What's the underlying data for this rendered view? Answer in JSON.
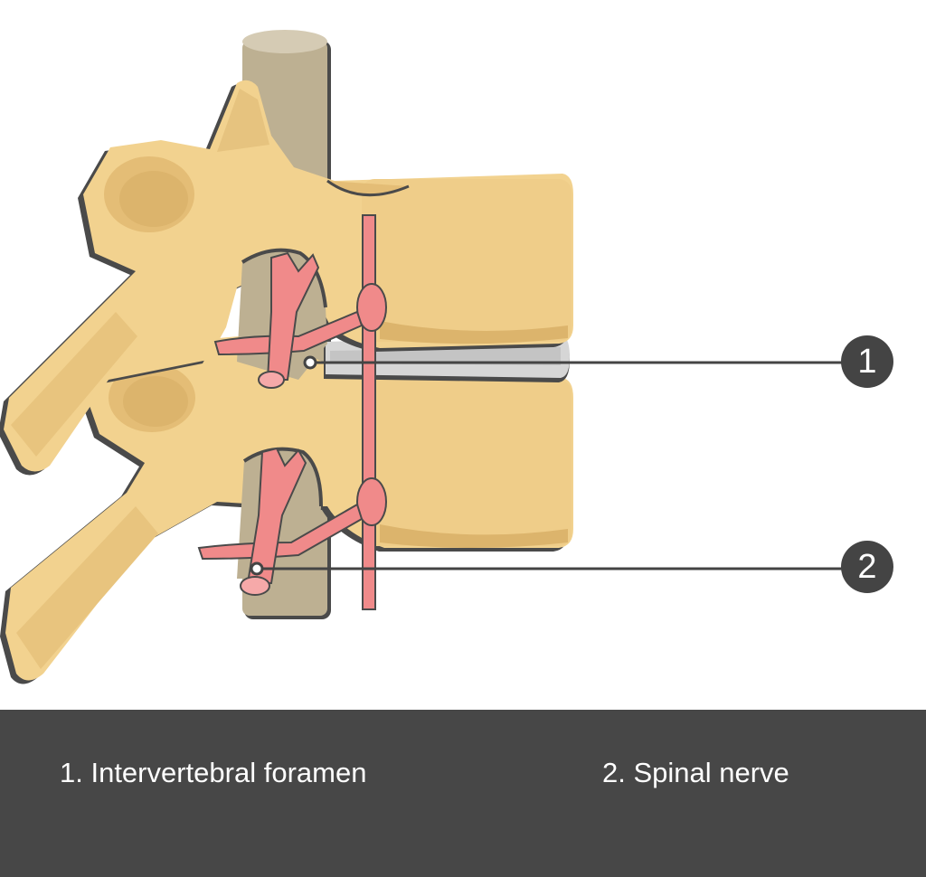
{
  "labels": [
    {
      "marker": "1",
      "text": "1. Intervertebral foramen"
    },
    {
      "marker": "2",
      "text": "2. Spinal nerve"
    }
  ],
  "colors": {
    "background": "#ffffff",
    "bone": "#f2d28f",
    "bone_shadow": "#dcb46c",
    "bone_outline": "#4a4a4a",
    "spinal_cord": "#bdb092",
    "spinal_cord_top": "#d5cbb4",
    "disc": "#d6d6d6",
    "nerve": "#f08a8a",
    "nerve_dark": "#d86e6e",
    "marker": "#444444",
    "legend_bar": "#474747",
    "legend_text": "#ffffff"
  }
}
